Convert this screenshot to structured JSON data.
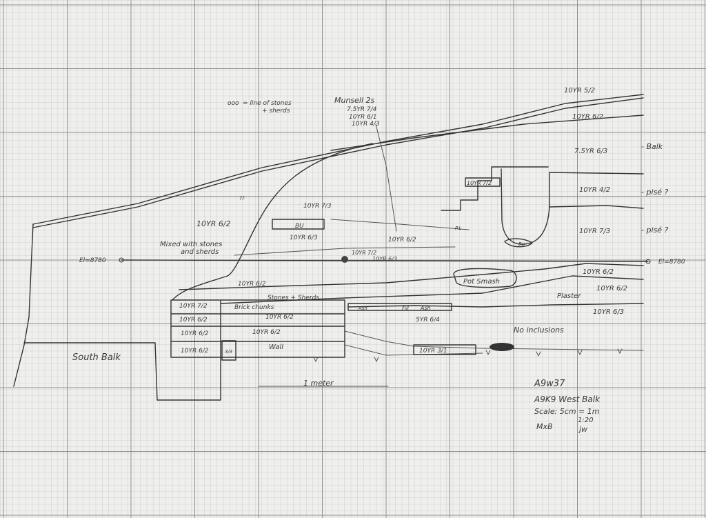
{
  "sheet": {
    "legend": {
      "key_symbol": "ooo",
      "key_text_line1": "= line of stones",
      "key_text_line2": "+ sherds"
    },
    "munsell_callout": {
      "title": "Munsell 2s",
      "lines": [
        "7.5YR 7/4",
        "10YR 6/1",
        "10YR 4/3"
      ]
    },
    "right_labels": [
      "10YR 5/2",
      "10YR 6/2",
      "7.5YR 6/3",
      "10YR 4/2",
      "10YR 7/3",
      "10YR 6/2",
      "10YR 6/2",
      "10YR 6/3"
    ],
    "annotations": {
      "balk": "- Balk",
      "pise_1": "- pisé ?",
      "pise_2": "- pisé ?",
      "plaster": "Plaster",
      "pot_smash": "Pot Smash",
      "no_inclusions": "No inclusions",
      "south_balk": "South Balk",
      "mixed_line1": "Mixed with stones",
      "mixed_line2": "and sherds",
      "meter": "1 meter",
      "datum_left": "El=8780",
      "datum_right": "El=8780",
      "ash": "Ash",
      "stones_sherds": "Stones + Sherds",
      "brick_chunks": "Brick chunks",
      "wall": "Wall",
      "bu": "BU",
      "syr": "5YR 6/4",
      "center_labels": [
        "10YR 6/2",
        "10YR 7/3",
        "10YR 6/3",
        "10YR 6/2",
        "10YR 7/2",
        "10YR 6/3",
        "10YR 6/2",
        "10YR 7/2",
        "10YR 3/1"
      ],
      "stack_labels": [
        "10YR 7/2",
        "10YR 6/2",
        "10YR 6/2",
        "10YR 6/2",
        "10YR 6/2",
        "10YR 6/2"
      ],
      "small_marks": [
        "??",
        "Fill",
        "Ash",
        "P.L",
        "Bu",
        "Ab",
        "3/3"
      ]
    },
    "title_block": {
      "line1": "A9w37",
      "line2": "A9K9 West Balk",
      "line3": "Scale: 5cm = 1m",
      "line4": "1:20",
      "line5": "MxB",
      "line6": "jw"
    }
  }
}
